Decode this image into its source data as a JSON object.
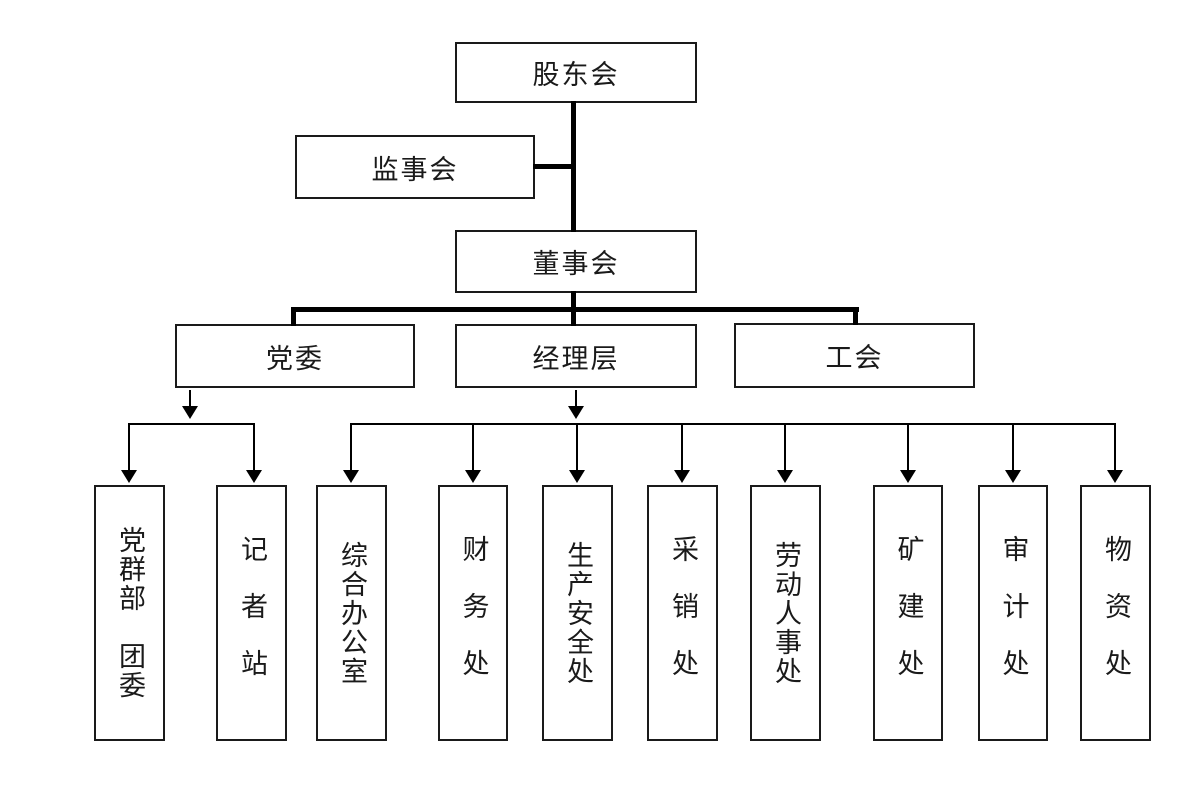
{
  "org": {
    "shareholders": "股东会",
    "supervisory": "监事会",
    "board": "董事会",
    "party_committee": "党委",
    "management": "经理层",
    "labor_union": "工会",
    "party_children": [
      {
        "label": "党群部　团委"
      },
      {
        "label": "记者站"
      }
    ],
    "management_children": [
      {
        "label": "综合办公室"
      },
      {
        "label": "财务处"
      },
      {
        "label": "生产安全处"
      },
      {
        "label": "采销处"
      },
      {
        "label": "劳动人事处"
      },
      {
        "label": "矿建处"
      },
      {
        "label": "审计处"
      },
      {
        "label": "物资处"
      }
    ]
  },
  "colors": {
    "background": "#ffffff",
    "line": "#000000",
    "box_border": "#1a1a1a",
    "text": "#1a1a1a"
  }
}
